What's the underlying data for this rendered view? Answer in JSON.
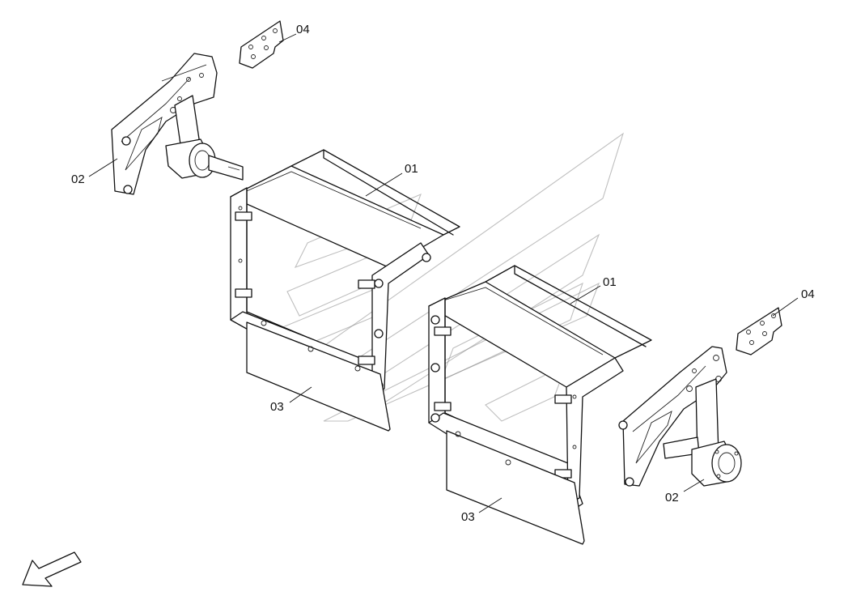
{
  "callouts": {
    "c01a": "01",
    "c01b": "01",
    "c02a": "02",
    "c02b": "02",
    "c03a": "03",
    "c03b": "03",
    "c04a": "04",
    "c04b": "04"
  },
  "icons": {
    "direction": "arrow-down-left-icon",
    "watermark": "logo-watermark"
  }
}
